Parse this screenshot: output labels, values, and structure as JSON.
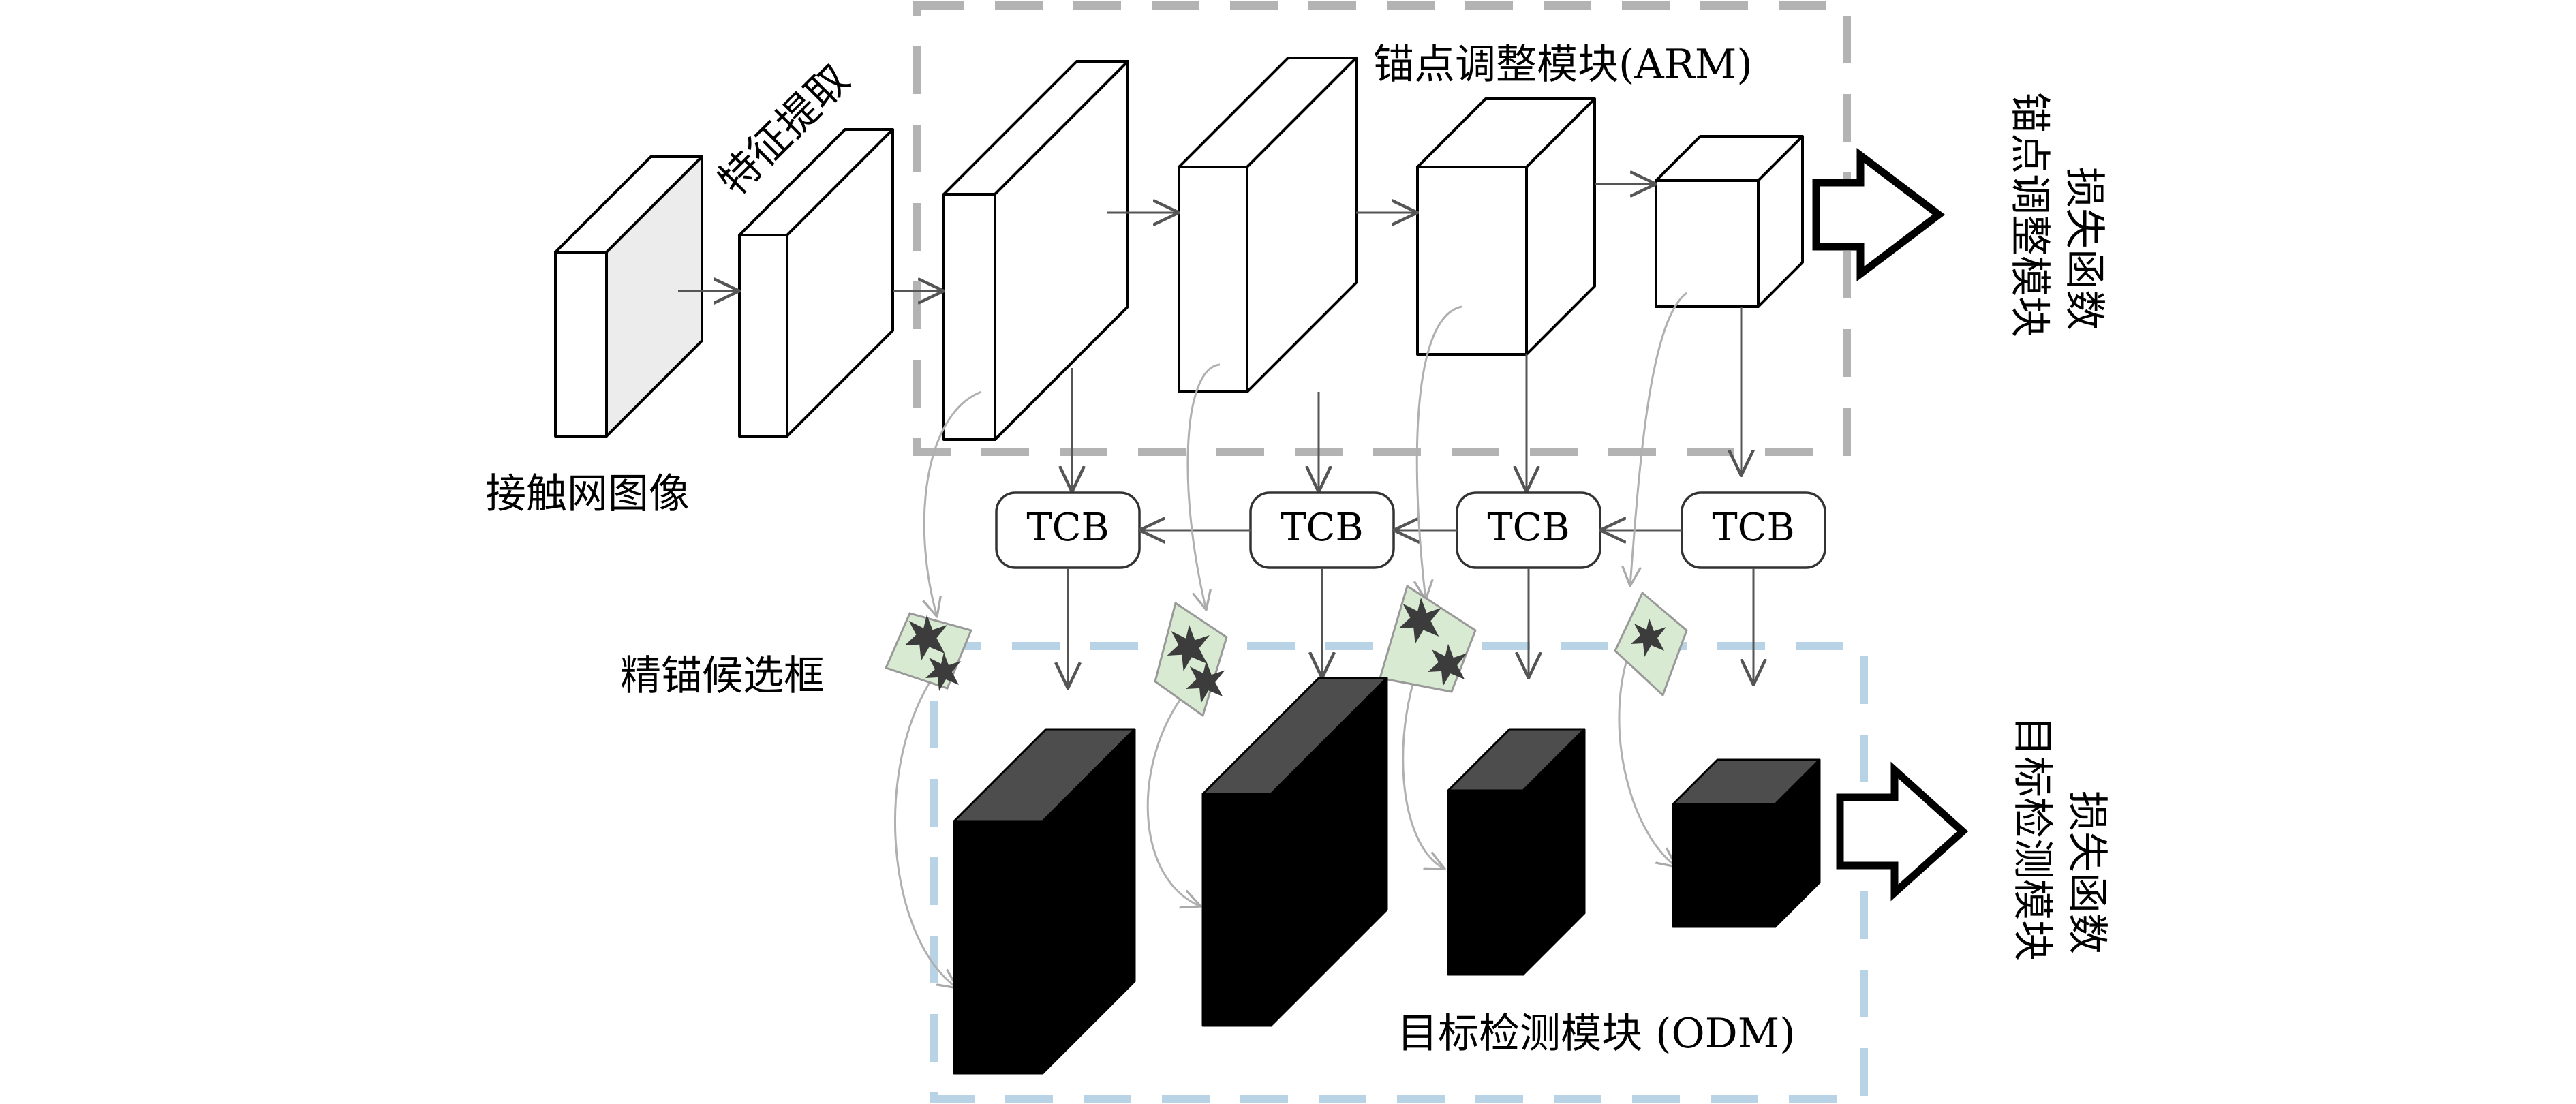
{
  "diagram": {
    "input_label": "接触网图像",
    "feature_extraction_label": "特征提取",
    "arm": {
      "title": "锚点调整模块(ARM)",
      "loss_label_line1": "锚点调整模块",
      "loss_label_line2": "损失函数"
    },
    "odm": {
      "title": "目标检测模块 (ODM)",
      "loss_label_line1": "目标检测模块",
      "loss_label_line2": "损失函数"
    },
    "refined_anchor_label": "精锚候选框",
    "tcb_labels": [
      "TCB",
      "TCB",
      "TCB",
      "TCB"
    ],
    "colors": {
      "arm_border": "#b3b3b3",
      "odm_border": "#b8d3e6",
      "anchor_fill": "#d9ead3",
      "black_cube": "#000000",
      "black_cube_top": "#4d4d4d",
      "arrow": "#555555",
      "skip_curve": "#b0b0b0"
    }
  }
}
